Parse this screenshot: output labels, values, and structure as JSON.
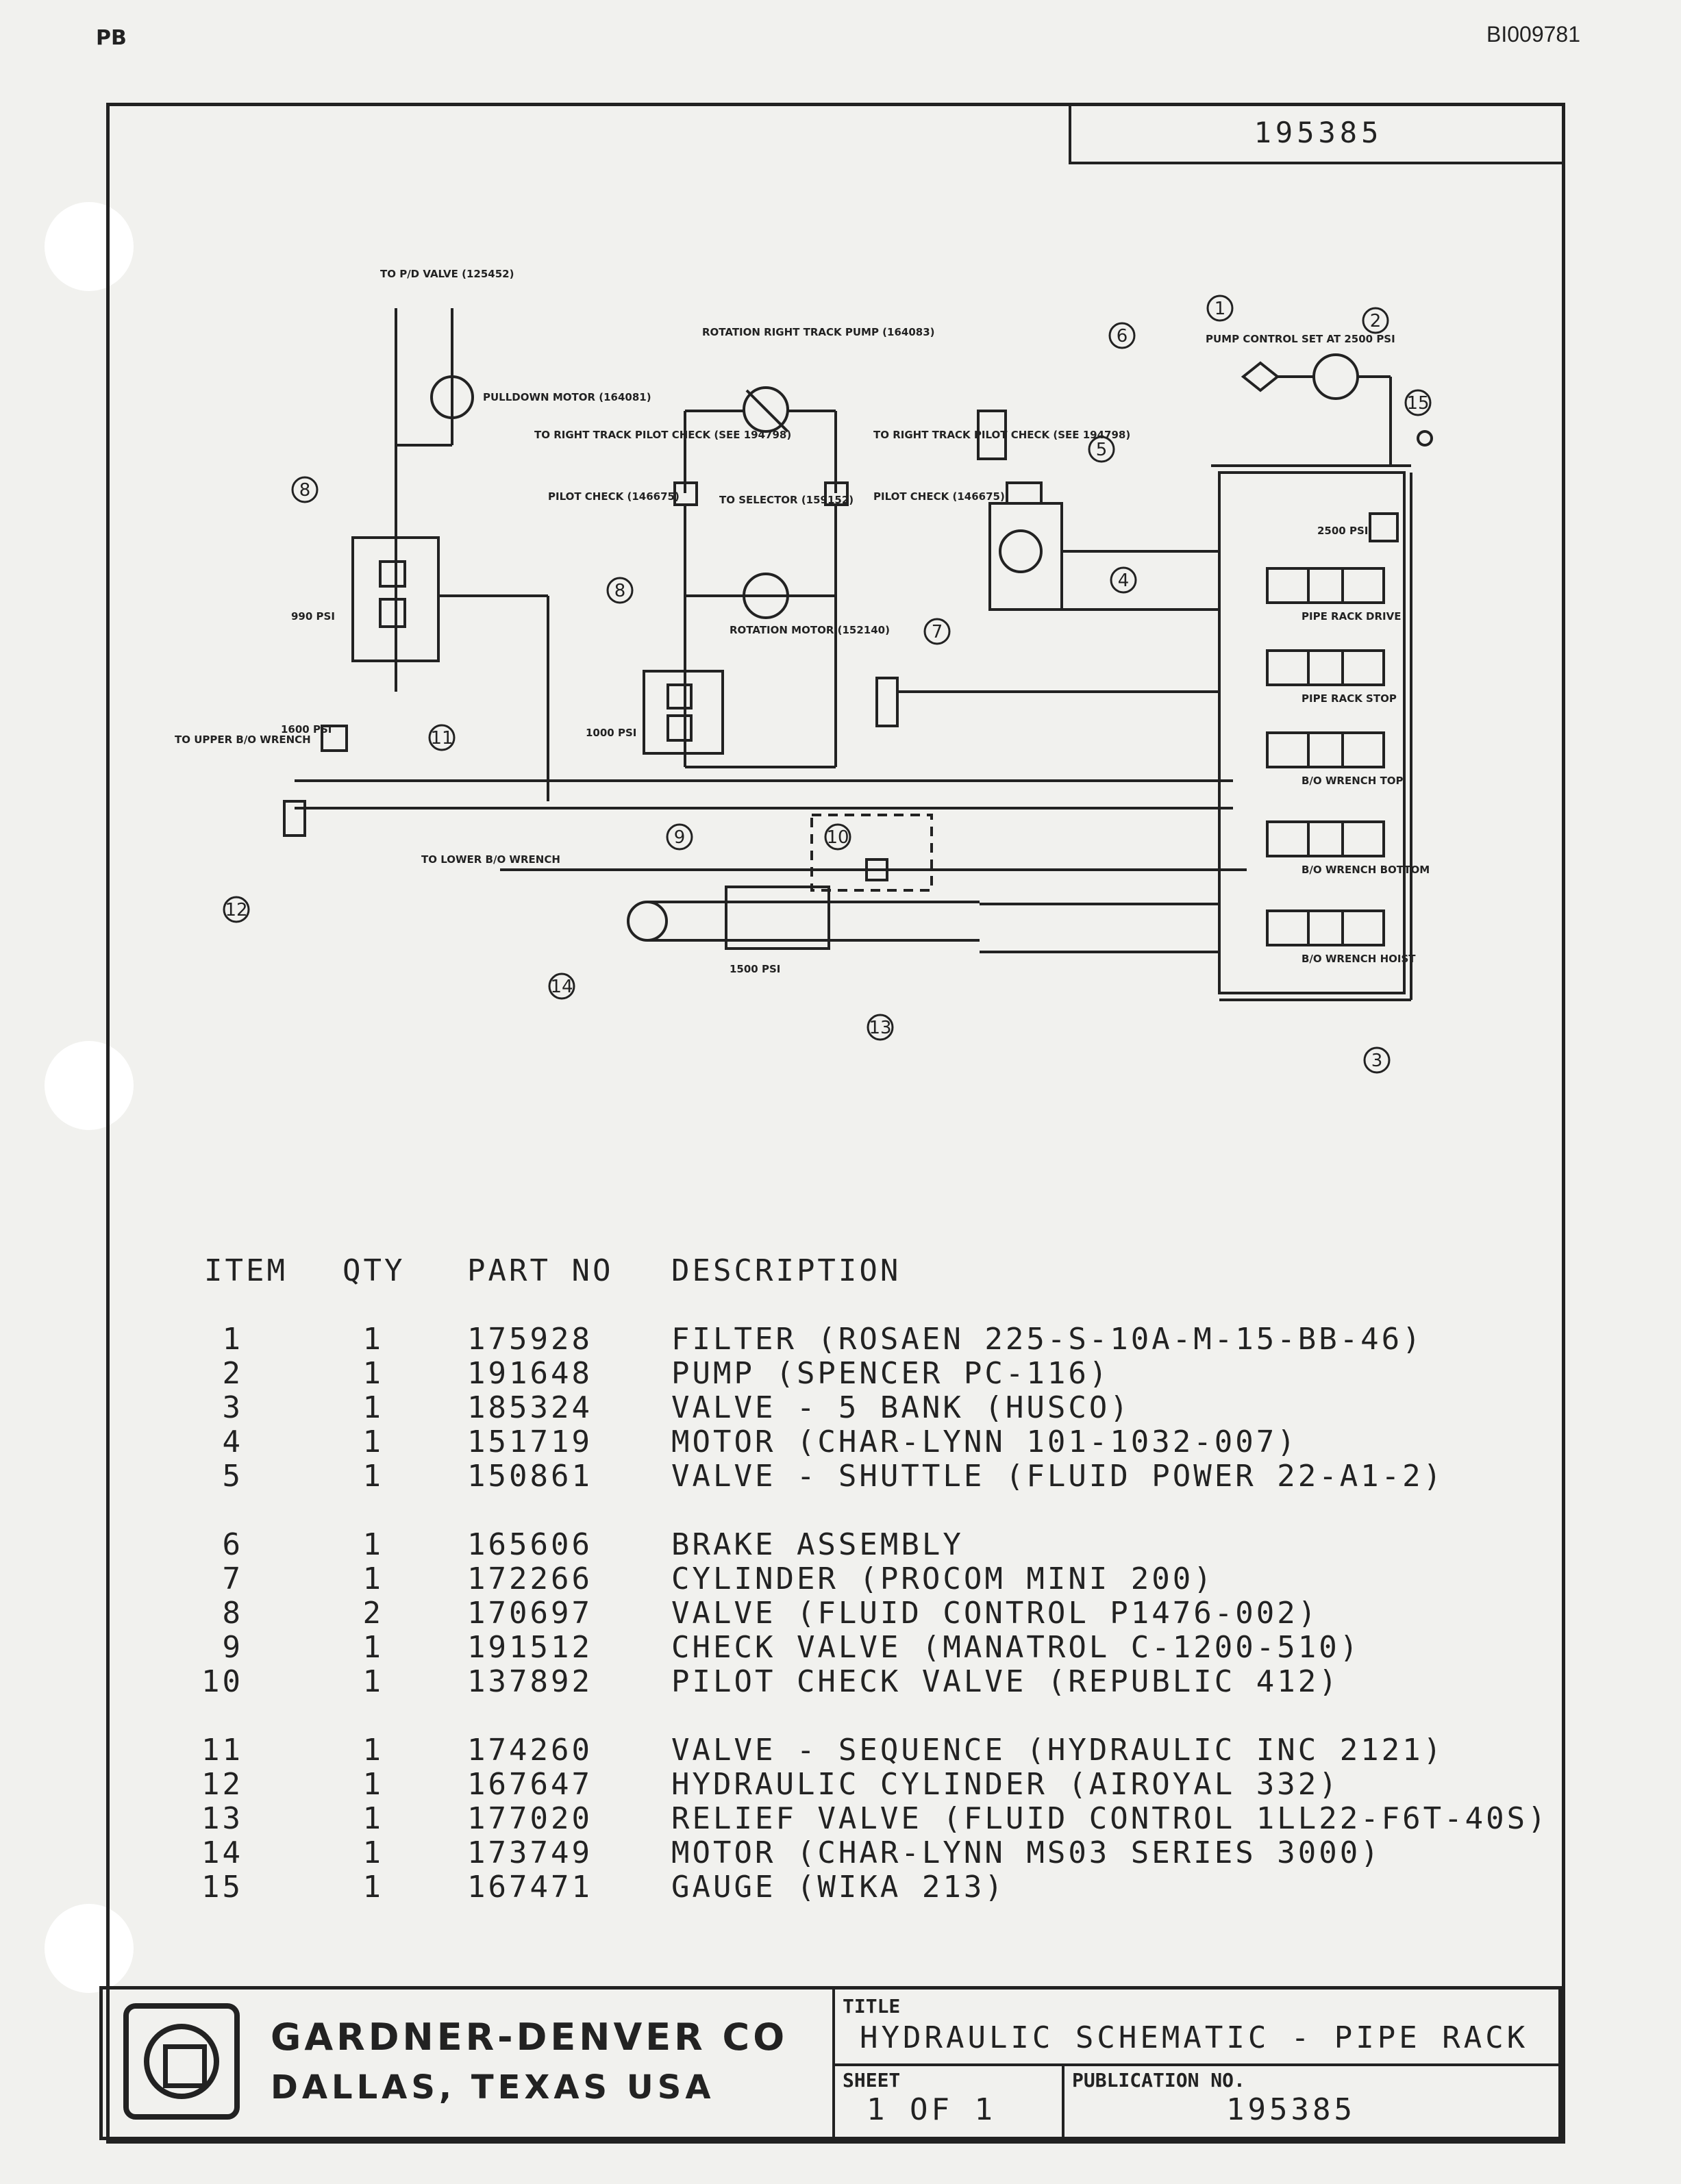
{
  "corner_mark": "PB",
  "doc_id": "BI009781",
  "drawing_number": "195385",
  "schematic_labels": {
    "pd_valve": "TO P/D VALVE (125452)",
    "pulldown_motor": "PULLDOWN MOTOR (164081)",
    "rotation_pump": "ROTATION RIGHT TRACK PUMP (164083)",
    "right_pilot_left": "TO RIGHT TRACK PILOT CHECK (SEE 194798)",
    "right_pilot_right": "TO RIGHT TRACK PILOT CHECK (SEE 194798)",
    "pilot_check_left": "PILOT CHECK (146675)",
    "pilot_check_right": "PILOT CHECK (146675)",
    "to_selector": "TO SELECTOR (159152)",
    "rotation_motor": "ROTATION MOTOR (152140)",
    "pump_control": "PUMP CONTROL SET AT 2500 PSI",
    "psi_2500": "2500 PSI",
    "psi_990": "990 PSI",
    "psi_1000": "1000 PSI",
    "psi_1600": "1600 PSI",
    "psi_1500": "1500 PSI",
    "upper_wrench": "TO UPPER B/O WRENCH",
    "lower_wrench": "TO LOWER B/O WRENCH",
    "bank1": "PIPE RACK DRIVE",
    "bank2": "PIPE RACK STOP",
    "bank3": "B/O WRENCH TOP",
    "bank4": "B/O WRENCH BOTTOM",
    "bank5": "B/O WRENCH HOIST"
  },
  "parts_table": {
    "headers": [
      "ITEM",
      "QTY",
      "PART NO",
      "DESCRIPTION"
    ],
    "rows": [
      {
        "item": "1",
        "qty": "1",
        "part": "175928",
        "desc": "FILTER (ROSAEN 225-S-10A-M-15-BB-46)"
      },
      {
        "item": "2",
        "qty": "1",
        "part": "191648",
        "desc": "PUMP (SPENCER PC-116)"
      },
      {
        "item": "3",
        "qty": "1",
        "part": "185324",
        "desc": "VALVE - 5 BANK (HUSCO)"
      },
      {
        "item": "4",
        "qty": "1",
        "part": "151719",
        "desc": "MOTOR (CHAR-LYNN 101-1032-007)"
      },
      {
        "item": "5",
        "qty": "1",
        "part": "150861",
        "desc": "VALVE - SHUTTLE (FLUID POWER 22-A1-2)"
      },
      {
        "item": "6",
        "qty": "1",
        "part": "165606",
        "desc": "BRAKE ASSEMBLY"
      },
      {
        "item": "7",
        "qty": "1",
        "part": "172266",
        "desc": "CYLINDER (PROCOM MINI 200)"
      },
      {
        "item": "8",
        "qty": "2",
        "part": "170697",
        "desc": "VALVE (FLUID CONTROL P1476-002)"
      },
      {
        "item": "9",
        "qty": "1",
        "part": "191512",
        "desc": "CHECK VALVE (MANATROL C-1200-510)"
      },
      {
        "item": "10",
        "qty": "1",
        "part": "137892",
        "desc": "PILOT CHECK VALVE (REPUBLIC 412)"
      },
      {
        "item": "11",
        "qty": "1",
        "part": "174260",
        "desc": "VALVE - SEQUENCE (HYDRAULIC INC 2121)"
      },
      {
        "item": "12",
        "qty": "1",
        "part": "167647",
        "desc": "HYDRAULIC CYLINDER (AIROYAL 332)"
      },
      {
        "item": "13",
        "qty": "1",
        "part": "177020",
        "desc": "RELIEF VALVE (FLUID CONTROL 1LL22-F6T-40S)"
      },
      {
        "item": "14",
        "qty": "1",
        "part": "173749",
        "desc": "MOTOR (CHAR-LYNN MS03 SERIES 3000)"
      },
      {
        "item": "15",
        "qty": "1",
        "part": "167471",
        "desc": "GAUGE (WIKA 213)"
      }
    ]
  },
  "title_block": {
    "company": "GARDNER-DENVER CO",
    "location": "DALLAS, TEXAS USA",
    "title_label": "TITLE",
    "title": "HYDRAULIC SCHEMATIC - PIPE RACK",
    "sheet_label": "SHEET",
    "sheet": "1 OF 1",
    "pub_label": "PUBLICATION NO.",
    "pub_no": "195385"
  }
}
